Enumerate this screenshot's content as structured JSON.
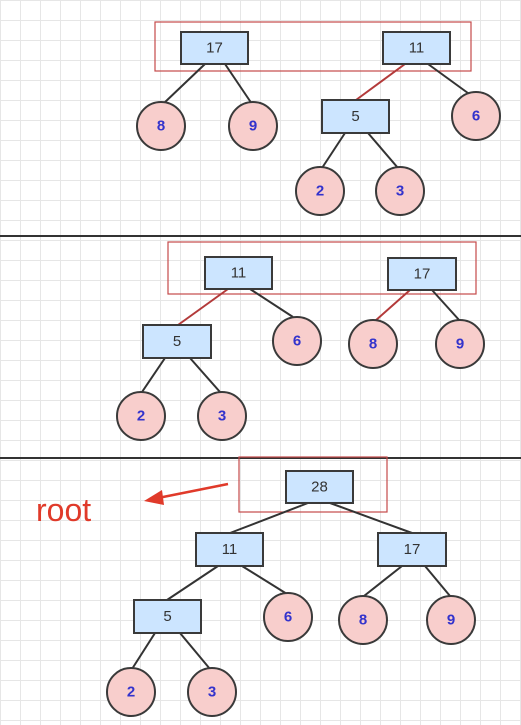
{
  "colors": {
    "internal_fill": "#cce5ff",
    "leaf_fill": "#f8cecc",
    "leaf_text": "#3333cc",
    "frame": "#c44a4a",
    "annotation": "#e03a2a"
  },
  "panel1": {
    "tree_a": {
      "root": "17",
      "left": "8",
      "right": "9"
    },
    "tree_b": {
      "root": "11",
      "inner": "5",
      "inner_left": "2",
      "inner_right": "3",
      "right": "6"
    }
  },
  "panel2": {
    "tree_a": {
      "root": "11",
      "inner": "5",
      "inner_left": "2",
      "inner_right": "3",
      "right": "6"
    },
    "tree_b": {
      "root": "17",
      "left": "8",
      "right": "9"
    }
  },
  "panel3": {
    "root": "28",
    "left_subtree": {
      "root": "11",
      "inner": "5",
      "inner_left": "2",
      "inner_right": "3",
      "right": "6"
    },
    "right_subtree": {
      "root": "17",
      "left": "8",
      "right": "9"
    },
    "annotation": "root"
  }
}
